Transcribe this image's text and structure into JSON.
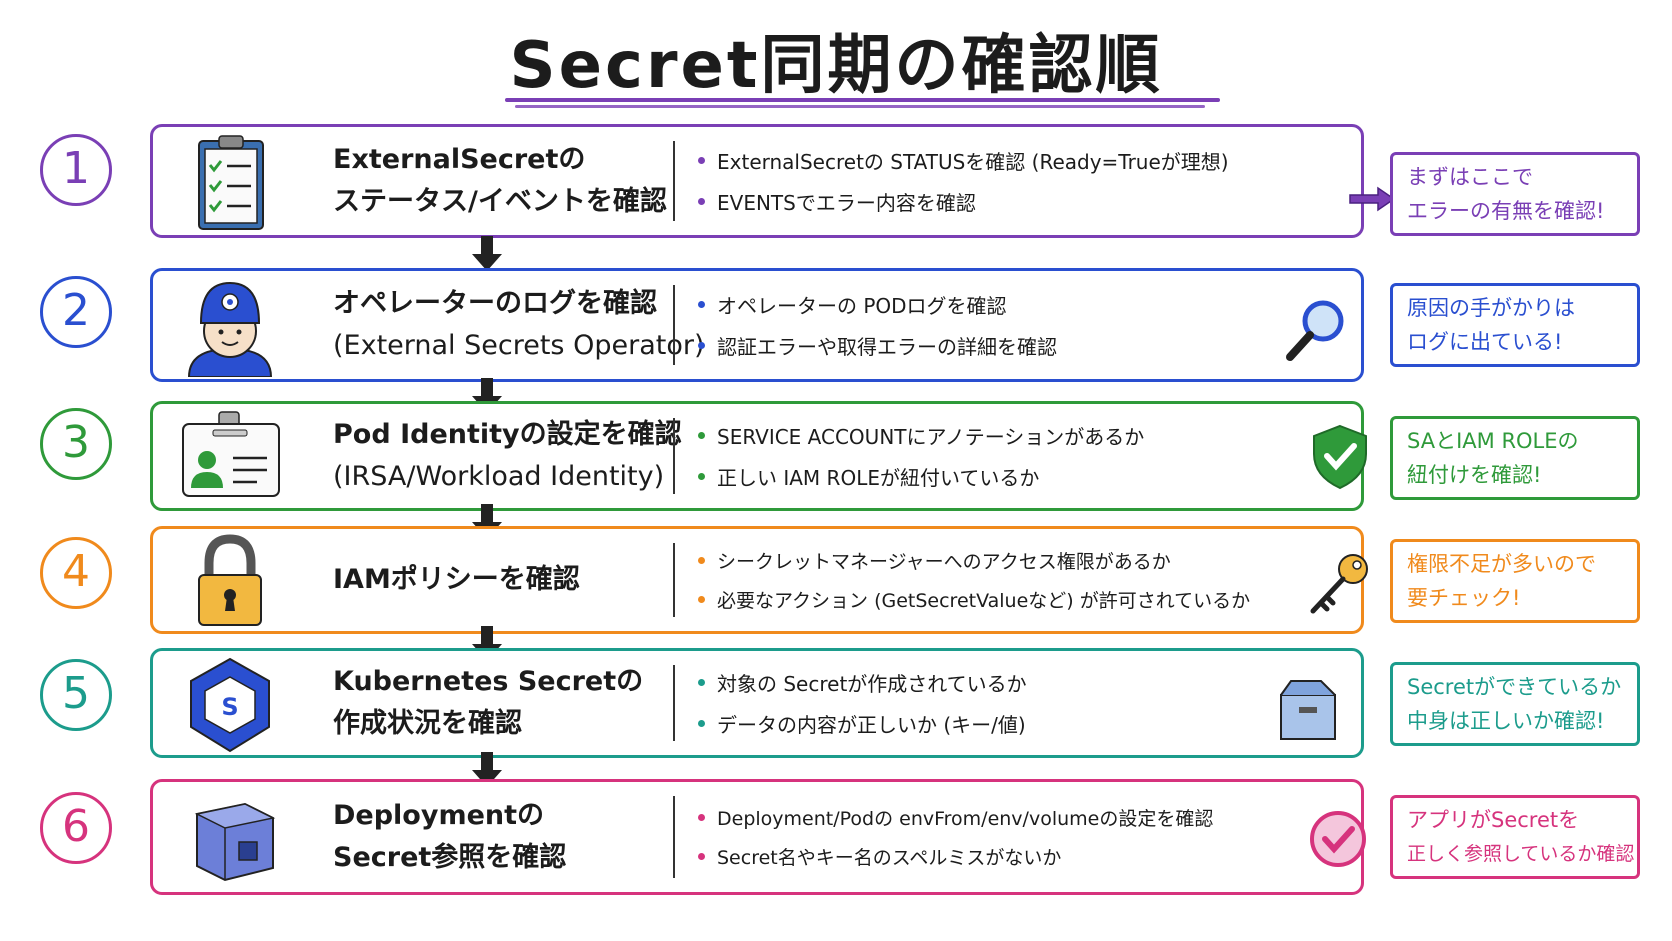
{
  "title": "Secret同期の確認順",
  "steps": [
    {
      "number": "1",
      "color": "#7a3fb5",
      "title_lines": [
        "ExternalSecretの",
        "ステータス/イベントを確認"
      ],
      "bullets": [
        "ExternalSecretの STATUSを確認 (Ready=Trueが理想)",
        "EVENTSでエラー内容を確認"
      ],
      "note": [
        "まずはここで",
        "エラーの有無を確認!"
      ],
      "icon": "clipboard-checklist-icon"
    },
    {
      "number": "2",
      "color": "#2a4fd0",
      "title_lines": [
        "オペレーターのログを確認",
        "(External Secrets Operator)"
      ],
      "bullets": [
        "オペレーターの PODログを確認",
        "認証エラーや取得エラーの詳細を確認"
      ],
      "note": [
        "原因の手がかりは",
        "ログに出ている!"
      ],
      "icon": "operator-person-icon",
      "side_icon": "magnifier-icon"
    },
    {
      "number": "3",
      "color": "#2f9a3a",
      "title_lines": [
        "Pod Identityの設定を確認",
        "(IRSA/Workload Identity)"
      ],
      "bullets": [
        "SERVICE ACCOUNTにアノテーションがあるか",
        "正しい IAM ROLEが紐付いているか"
      ],
      "note": [
        "SAとIAM ROLEの",
        "紐付けを確認!"
      ],
      "icon": "id-badge-icon",
      "side_icon": "shield-check-icon"
    },
    {
      "number": "4",
      "color": "#f08a1c",
      "title_lines": [
        "IAMポリシーを確認"
      ],
      "bullets": [
        "シークレットマネージャーへのアクセス権限があるか",
        "必要なアクション (GetSecretValueなど) が許可されているか"
      ],
      "note": [
        "権限不足が多いので",
        "要チェック!"
      ],
      "icon": "padlock-icon",
      "side_icon": "key-icon"
    },
    {
      "number": "5",
      "color": "#1c9c8c",
      "title_lines": [
        "Kubernetes Secretの",
        "作成状況を確認"
      ],
      "bullets": [
        "対象の Secretが作成されているか",
        "データの内容が正しいか (キー/値)"
      ],
      "note": [
        "Secretができているか",
        "中身は正しいか確認!"
      ],
      "icon": "kubernetes-secret-icon",
      "side_icon": "open-box-icon"
    },
    {
      "number": "6",
      "color": "#d6337d",
      "title_lines": [
        "Deploymentの",
        "Secret参照を確認"
      ],
      "bullets": [
        "Deployment/Podの envFrom/env/volumeの設定を確認",
        "Secret名やキー名のスペルミスがないか"
      ],
      "note": [
        "アプリがSecretを",
        "正しく参照しているか確認!"
      ],
      "icon": "cube-icon",
      "side_icon": "check-circle-icon"
    }
  ]
}
